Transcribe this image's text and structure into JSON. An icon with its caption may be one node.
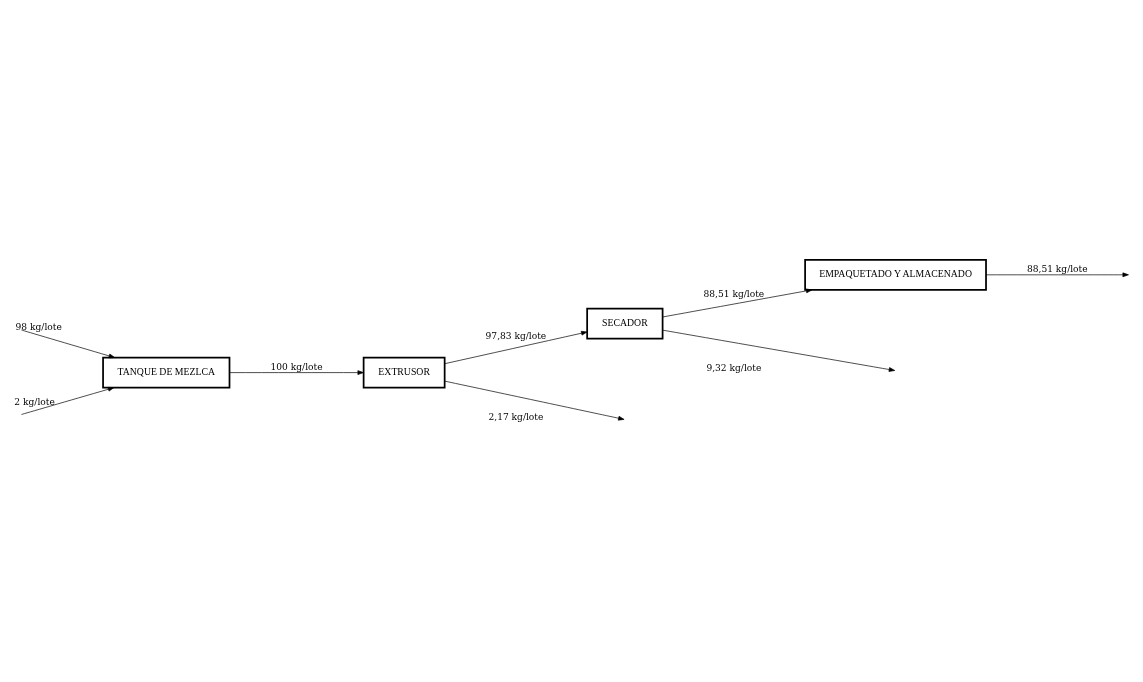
{
  "diagram": {
    "nodes": [
      {
        "text": [
          "TANQUE DE MEZLCA"
        ]
      },
      {
        "text": [
          "EXTRUSOR"
        ]
      },
      {
        "text": [
          "SECADOR"
        ]
      },
      {
        "text": [
          "EMPAQUETADO Y ALMACENADO"
        ]
      }
    ],
    "edges": [
      {
        "from": null,
        "to": 0,
        "arrow": "to",
        "label": "98 kg/lote"
      },
      {
        "from": null,
        "to": 0,
        "arrow": "to",
        "label": "2 kg/lote"
      },
      {
        "from": 0,
        "to": 1,
        "arrow": "to",
        "label": "100 kg/lote"
      },
      {
        "from": 1,
        "to": null,
        "arrow": "to",
        "label": "2,17 kg/lote"
      },
      {
        "from": 1,
        "to": 2,
        "arrow": "to",
        "label": "97,83 kg/lote"
      },
      {
        "from": 2,
        "to": 3,
        "arrow": "to",
        "label": "88,51 kg/lote"
      },
      {
        "from": 2,
        "to": null,
        "arrow": "to",
        "label": "9,32 kg/lote"
      },
      {
        "from": 3,
        "to": null,
        "arrow": "to",
        "label": "88,51 kg/lote"
      }
    ]
  }
}
